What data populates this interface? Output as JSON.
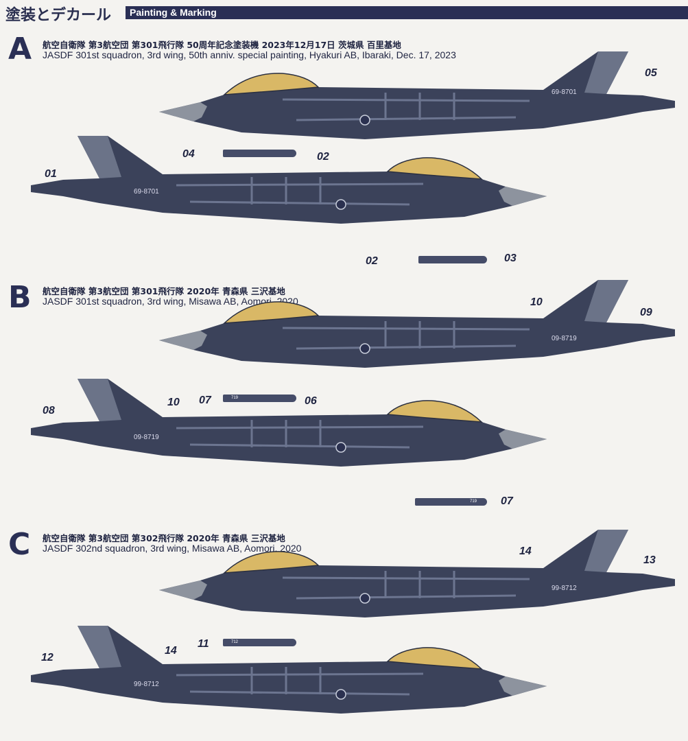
{
  "header": {
    "title_jp": "塗装とデカール",
    "title_en": "Painting & Marking"
  },
  "colors": {
    "fuselage": "#3b425a",
    "nose": "#8d939e",
    "canopy": "#d9b866",
    "fin_light": "#8c94a3",
    "header_bar": "#2a2f55"
  },
  "sections": [
    {
      "letter": "A",
      "title_jp": "航空自衛隊 第3航空団 第301飛行隊 50周年記念塗装機 2023年12月17日 茨城県 百里基地",
      "title_en": "JASDF 301st squadron, 3rd wing, 50th anniv. special painting, Hyakuri AB, Ibaraki, Dec. 17, 2023",
      "serial": "69-8701",
      "callouts": [
        "05",
        "02",
        "04",
        "01",
        "02",
        "03"
      ]
    },
    {
      "letter": "B",
      "title_jp": "航空自衛隊 第3航空団 第301飛行隊 2020年 青森県 三沢基地",
      "title_en": "JASDF 301st squadron, 3rd wing, Misawa AB, Aomori, 2020",
      "serial": "09-8719",
      "decal_text": "719",
      "callouts": [
        "10",
        "09",
        "07",
        "06",
        "08",
        "10",
        "07"
      ]
    },
    {
      "letter": "C",
      "title_jp": "航空自衛隊 第3航空団 第302飛行隊 2020年 青森県 三沢基地",
      "title_en": "JASDF 302nd squadron, 3rd wing, Misawa AB, Aomori, 2020",
      "serial": "99-8712",
      "decal_text": "712",
      "callouts": [
        "14",
        "13",
        "11",
        "12",
        "14"
      ]
    }
  ]
}
